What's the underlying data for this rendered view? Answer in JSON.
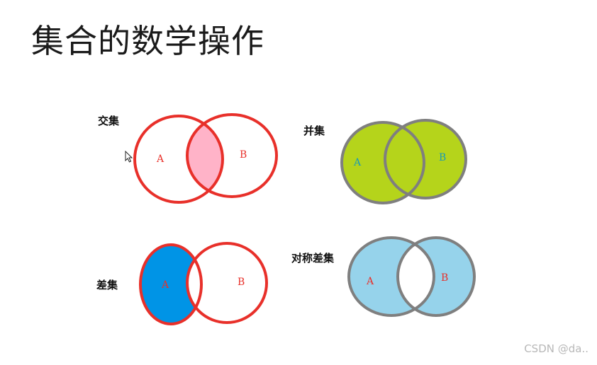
{
  "title": "集合的数学操作",
  "diagrams": {
    "intersection": {
      "label": "交集",
      "set_a": "A",
      "set_b": "B",
      "outline_color": "#e8302a",
      "fill_color": "#ffb3c8",
      "letter_color": "#e8302a"
    },
    "union": {
      "label": "并集",
      "set_a": "A",
      "set_b": "B",
      "outline_color": "#7f7f7f",
      "fill_color": "#b5d41b",
      "letter_color": "#1a9bb5"
    },
    "difference": {
      "label": "差集",
      "set_a": "A",
      "set_b": "B",
      "outline_color": "#e8302a",
      "fill_color": "#0094e6",
      "letter_color": "#e8302a"
    },
    "symmetric_difference": {
      "label": "对称差集",
      "set_a": "A",
      "set_b": "B",
      "outline_color": "#7f7f7f",
      "fill_color": "#96d3eb",
      "letter_color": "#e8302a"
    }
  },
  "watermark": "CSDN @da.."
}
